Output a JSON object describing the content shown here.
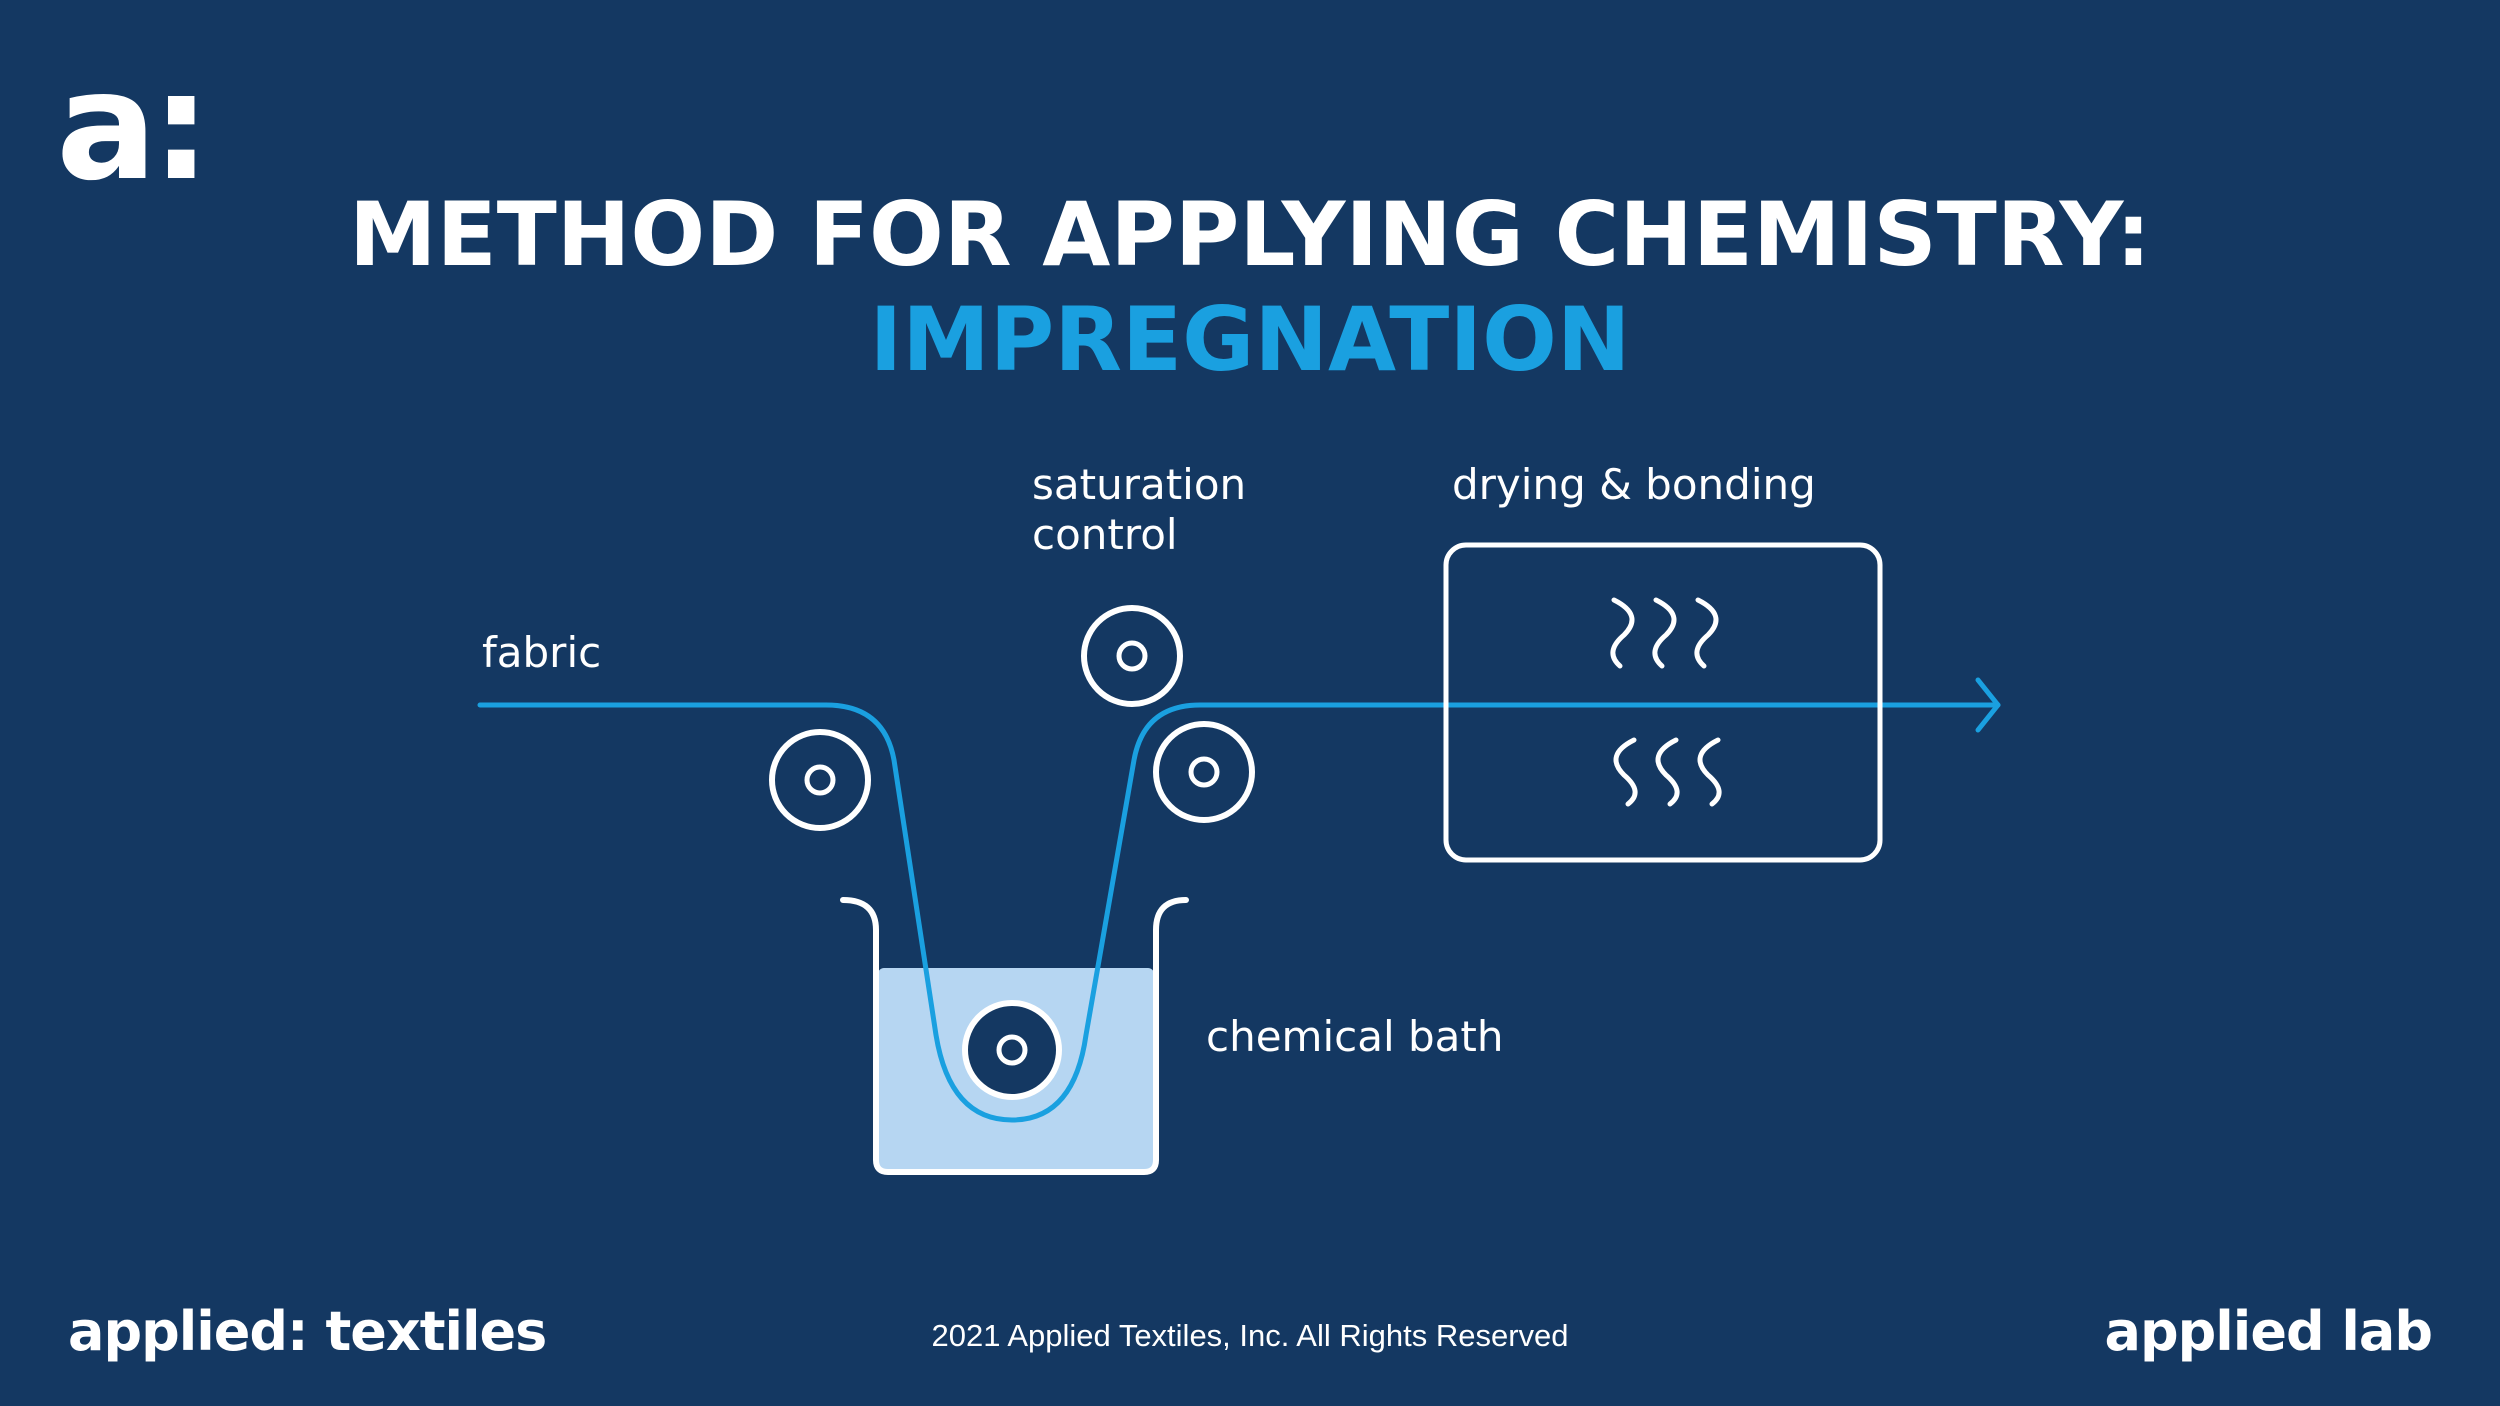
{
  "brand": {
    "logo_mark": "a:",
    "footer_left": "applied: textiles",
    "footer_right": "applied lab"
  },
  "slide": {
    "title": "METHOD FOR APPLYING CHEMISTRY:",
    "subtitle": "IMPREGNATION"
  },
  "diagram": {
    "labels": {
      "fabric": "fabric",
      "saturation_control": "saturation control",
      "drying_bonding": "drying & bonding",
      "chemical_bath": "chemical bath"
    },
    "icons": [
      "roller-icon",
      "heat-wave-icon",
      "arrow-right-icon"
    ]
  },
  "footer": {
    "copyright": "2021 Applied Textiles, Inc. All Rights Reserved"
  },
  "colors": {
    "background": "#143862",
    "accent": "#1aa0e0",
    "bath_fill": "#b6d6f2",
    "line": "#ffffff"
  }
}
